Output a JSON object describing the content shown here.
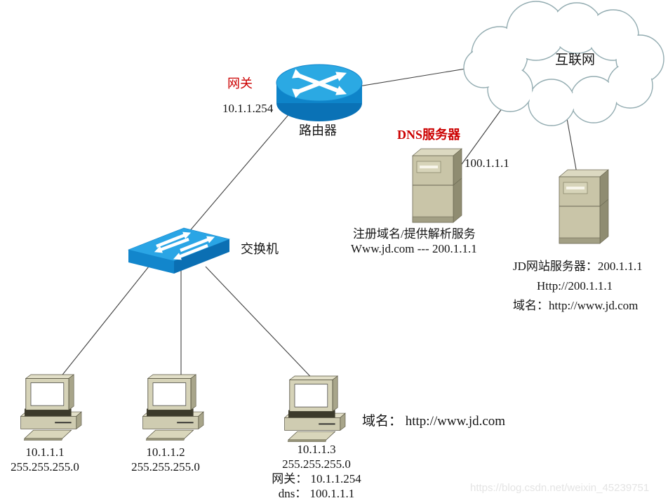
{
  "internet": {
    "label": "互联网"
  },
  "router": {
    "gateway_label": "网关",
    "ip": "10.1.1.254",
    "name": "路由器"
  },
  "dns_server": {
    "name": "DNS服务器",
    "ip": "100.1.1.1",
    "note_line1": "注册域名/提供解析服务",
    "note_line2": "Www.jd.com --- 200.1.1.1"
  },
  "web_server": {
    "title": "JD网站服务器：200.1.1.1",
    "url": "Http://200.1.1.1",
    "domain": "域名：http://www.jd.com"
  },
  "switch": {
    "name": "交换机"
  },
  "pcs": [
    {
      "ip": "10.1.1.1",
      "mask": "255.255.255.0"
    },
    {
      "ip": "10.1.1.2",
      "mask": "255.255.255.0"
    },
    {
      "ip": "10.1.1.3",
      "mask": "255.255.255.0",
      "gateway": "网关： 10.1.1.254",
      "dns": "dns： 100.1.1.1"
    }
  ],
  "pc3_domain": "域名： http://www.jd.com",
  "watermark": "https://blog.csdn.net/weixin_45239751",
  "icons": {
    "internet": "cloud-outline",
    "router": "cisco-router-cylinder-arrows",
    "switch": "cisco-switch-box-arrows",
    "server": "tower-server",
    "pc": "desktop-computer"
  },
  "colors": {
    "red_label": "#cc0000",
    "device_blue_top": "#2ba9e3",
    "device_blue_side": "#0e84c9",
    "server_tan": "#c9c5a8",
    "cloud_stroke": "#93acb1",
    "line": "#404040"
  }
}
